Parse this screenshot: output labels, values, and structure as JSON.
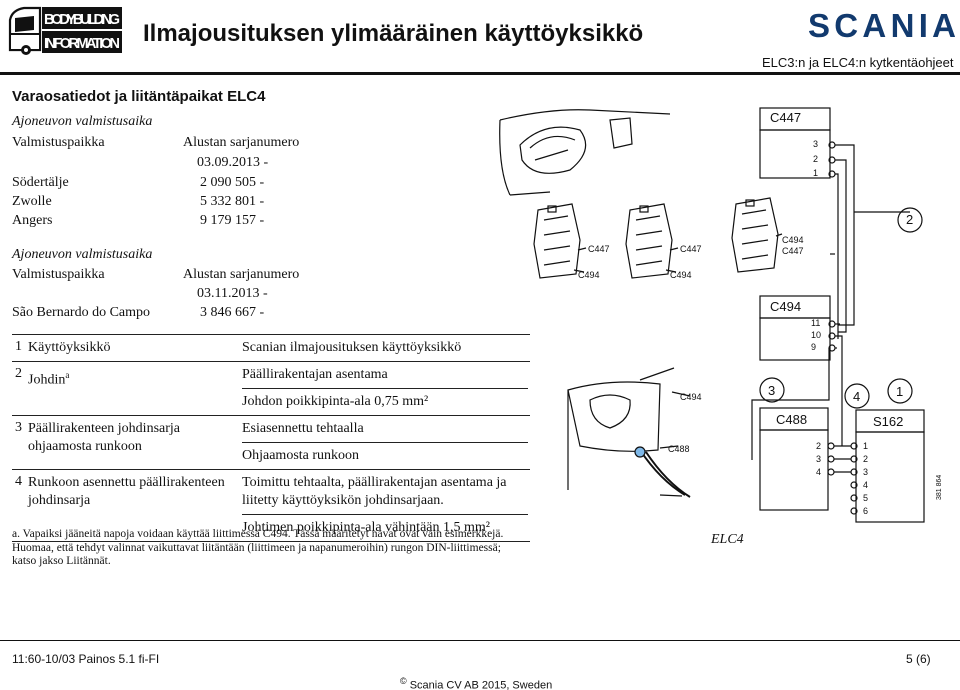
{
  "header": {
    "logo_left_text": [
      "BODYBUILDING",
      "INFORMATION"
    ],
    "title": "Ilmajousituksen ylimääräinen käyttöyksikkö",
    "logo_right_text": "SCANIA",
    "subtitle": "ELC3:n ja ELC4:n kytkentäohjeet"
  },
  "section_title": "Varaosatiedot ja liitäntäpaikat ELC4",
  "production_block_1": {
    "heading": "Ajoneuvon valmistusaika",
    "col_location": "Valmistuspaikka",
    "col_chassis": "Alustan sarjanumero",
    "date": "03.09.2013  -",
    "rows": [
      {
        "location": "Södertälje",
        "chassis": "2 090 505  -"
      },
      {
        "location": "Zwolle",
        "chassis": "5 332 801  -"
      },
      {
        "location": "Angers",
        "chassis": "9 179 157  -"
      }
    ]
  },
  "production_block_2": {
    "heading": "Ajoneuvon valmistusaika",
    "col_location": "Valmistuspaikka",
    "col_chassis": "Alustan sarjanumero",
    "date": "03.11.2013  -",
    "rows": [
      {
        "location": "São Bernardo do Campo",
        "chassis": "3 846 667  -"
      }
    ]
  },
  "parts": [
    {
      "num": "1",
      "name": "Käyttöyksikkö",
      "details": [
        "Scanian ilmajousituksen käyttöyksikkö"
      ]
    },
    {
      "num": "2",
      "name": "Johdin",
      "name_sup": "a",
      "details": [
        "Päällirakentajan asentama",
        "Johdon poikkipinta-ala 0,75 mm²"
      ]
    },
    {
      "num": "3",
      "name": "Päällirakenteen johdinsarja ohjaamosta runkoon",
      "details": [
        "Esiasennettu tehtaalla",
        "Ohjaamosta runkoon"
      ]
    },
    {
      "num": "4",
      "name": "Runkoon asennettu päällirakenteen johdinsarja",
      "details": [
        "Toimittu tehtaalta, päällirakentajan asentama ja liitetty käyttöyksikön johdinsarjaan.",
        "Johtimen poikkipinta-ala vähintään 1,5 mm²"
      ]
    }
  ],
  "footnote": "a.  Vapaiksi jääneitä napoja voidaan käyttää liittimessä C494. Tässä määritetyt navat ovat vain esimerkkejä. Huomaa, että tehdyt valinnat vaikuttavat liitäntään (liittimeen ja napanumeroihin) rungon DIN-liittimessä; katso jakso Liitännät.",
  "diagram": {
    "c447_label": "C447",
    "c447_pins": [
      "3",
      "2",
      "1"
    ],
    "callout_2": "2",
    "unit_labels": [
      {
        "top": "C447",
        "bottom": "C494"
      },
      {
        "top": "C447",
        "bottom": "C494"
      },
      {
        "top": "C494",
        "bottom": "C447"
      }
    ],
    "c494_label": "C494",
    "c494_pins": [
      "11",
      "10",
      "9"
    ],
    "cab_c494": "C494",
    "cab_c488": "C488",
    "callout_3": "3",
    "callout_4": "4",
    "callout_1": "1",
    "c488_label": "C488",
    "c488_pins": [
      "2",
      "3",
      "4"
    ],
    "s162_label": "S162",
    "s162_pins": [
      "1",
      "2",
      "3",
      "4",
      "5",
      "6"
    ],
    "elc4_label": "ELC4",
    "figure_code": "381 864"
  },
  "footer": {
    "left": "11:60-10/03 Painos 5.1 fi-FI",
    "right": "5 (6)",
    "copyright_symbol": "©",
    "center": "Scania CV AB 2015, Sweden"
  }
}
